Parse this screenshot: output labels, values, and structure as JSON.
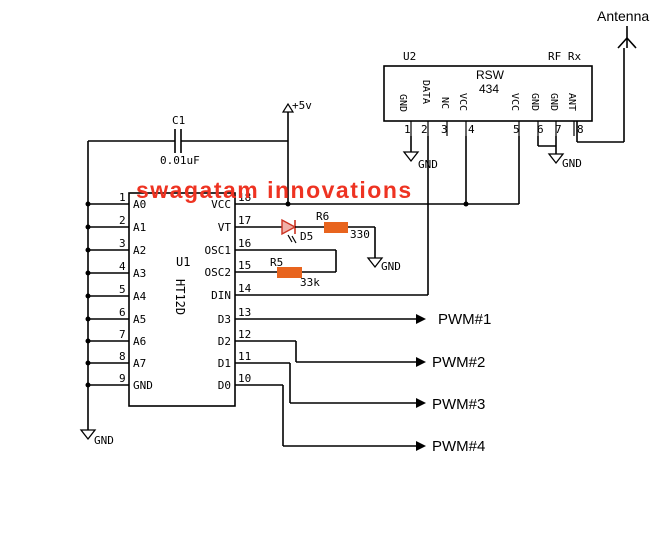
{
  "antenna_label": "Antenna",
  "u2": {
    "ref": "U2",
    "title": "RF Rx",
    "part_line1": "RSW",
    "part_line2": "434",
    "pins": [
      {
        "num": "1",
        "name": "GND"
      },
      {
        "num": "2",
        "name": "DATA"
      },
      {
        "num": "3",
        "name": "NC"
      },
      {
        "num": "4",
        "name": "VCC"
      },
      {
        "num": "5",
        "name": "VCC"
      },
      {
        "num": "6",
        "name": "GND"
      },
      {
        "num": "7",
        "name": "GND"
      },
      {
        "num": "8",
        "name": "ANT"
      }
    ]
  },
  "u1": {
    "ref": "U1",
    "part": "HT12D",
    "left_pins": [
      {
        "num": "1",
        "name": "A0"
      },
      {
        "num": "2",
        "name": "A1"
      },
      {
        "num": "3",
        "name": "A2"
      },
      {
        "num": "4",
        "name": "A3"
      },
      {
        "num": "5",
        "name": "A4"
      },
      {
        "num": "6",
        "name": "A5"
      },
      {
        "num": "7",
        "name": "A6"
      },
      {
        "num": "8",
        "name": "A7"
      },
      {
        "num": "9",
        "name": "GND"
      }
    ],
    "right_pins": [
      {
        "num": "18",
        "name": "VCC"
      },
      {
        "num": "17",
        "name": "VT"
      },
      {
        "num": "16",
        "name": "OSC1"
      },
      {
        "num": "15",
        "name": "OSC2"
      },
      {
        "num": "14",
        "name": "DIN"
      },
      {
        "num": "13",
        "name": "D3"
      },
      {
        "num": "12",
        "name": "D2"
      },
      {
        "num": "11",
        "name": "D1"
      },
      {
        "num": "10",
        "name": "D0"
      }
    ]
  },
  "c1": {
    "ref": "C1",
    "value": "0.01uF"
  },
  "supply": "+5v",
  "r6": {
    "ref": "R6",
    "value": "330"
  },
  "r5": {
    "ref": "R5",
    "value": "33k"
  },
  "d5": "D5",
  "gnd": "GND",
  "watermark": "swagatam innovations",
  "outputs": [
    "PWM#1",
    "PWM#2",
    "PWM#3",
    "PWM#4"
  ],
  "colors": {
    "watermark": "#ee3322",
    "resistor": "#e8641e"
  }
}
